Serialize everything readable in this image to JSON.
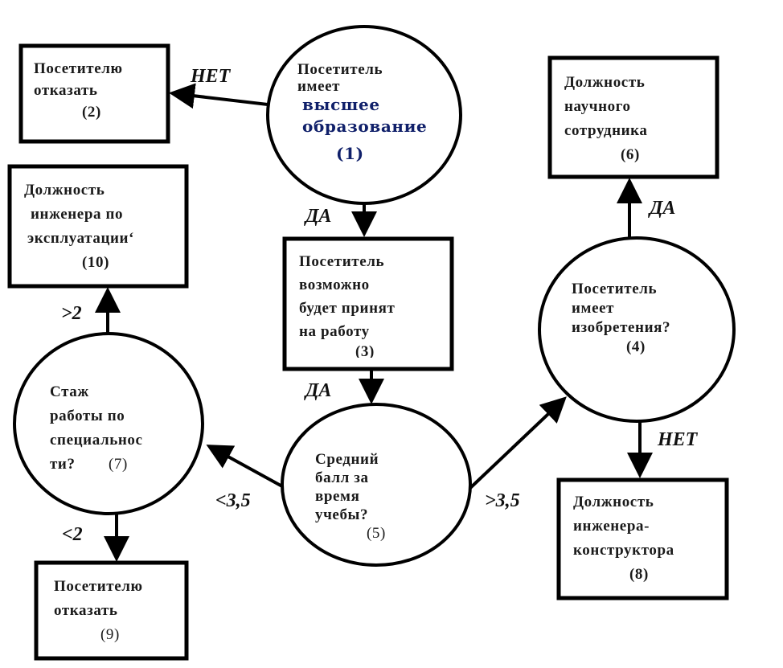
{
  "title": "Decision tree: hiring a visitor",
  "colors": {
    "stroke": "#000000",
    "text": "#1a1a1a",
    "highlight_text": "#10206a",
    "background": "#ffffff"
  },
  "nodes": {
    "n1": {
      "shape": "circle",
      "lines": [
        "Посетитель",
        "имеет"
      ],
      "lines_highlight": [
        "высшее",
        "образование"
      ],
      "number": "(1)"
    },
    "n2": {
      "shape": "box",
      "lines": [
        "Посетителю",
        "отказать"
      ],
      "number": "(2)"
    },
    "n3": {
      "shape": "box",
      "lines": [
        "Посетитель",
        "возможно",
        "будет принят",
        "на работу"
      ],
      "number": "(3)"
    },
    "n4": {
      "shape": "circle",
      "lines": [
        "Посетитель",
        "имеет",
        "изобретения?"
      ],
      "number": "(4)"
    },
    "n5": {
      "shape": "circle",
      "lines": [
        "Средний",
        "балл",
        "за",
        "время",
        "учебы?"
      ],
      "number": "(5)"
    },
    "n6": {
      "shape": "box",
      "lines": [
        "Должность",
        "научного",
        "сотрудника"
      ],
      "number": "(6)"
    },
    "n7": {
      "shape": "circle",
      "lines": [
        "Стаж",
        "работы",
        "по",
        "специальнос",
        "ти?"
      ],
      "number": "(7)"
    },
    "n8": {
      "shape": "box",
      "lines": [
        "Должность",
        "инженера-",
        "конструктора"
      ],
      "number": "(8)"
    },
    "n9": {
      "shape": "box",
      "lines": [
        "Посетителю",
        "отказать"
      ],
      "number": "(9)"
    },
    "n10": {
      "shape": "box",
      "lines": [
        "Должность",
        "инженера по",
        "эксплуатации‘"
      ],
      "number": "(10)"
    }
  },
  "edges": [
    {
      "from": "1",
      "to": "2",
      "label": "НЕТ"
    },
    {
      "from": "1",
      "to": "3",
      "label": "ДА"
    },
    {
      "from": "3",
      "to": "5",
      "label": "ДА"
    },
    {
      "from": "5",
      "to": "7",
      "label": "<3,5"
    },
    {
      "from": "5",
      "to": "4",
      "label": ">3,5"
    },
    {
      "from": "4",
      "to": "6",
      "label": "ДА"
    },
    {
      "from": "4",
      "to": "8",
      "label": "НЕТ"
    },
    {
      "from": "7",
      "to": "10",
      "label": ">2"
    },
    {
      "from": "7",
      "to": "9",
      "label": "<2"
    }
  ]
}
